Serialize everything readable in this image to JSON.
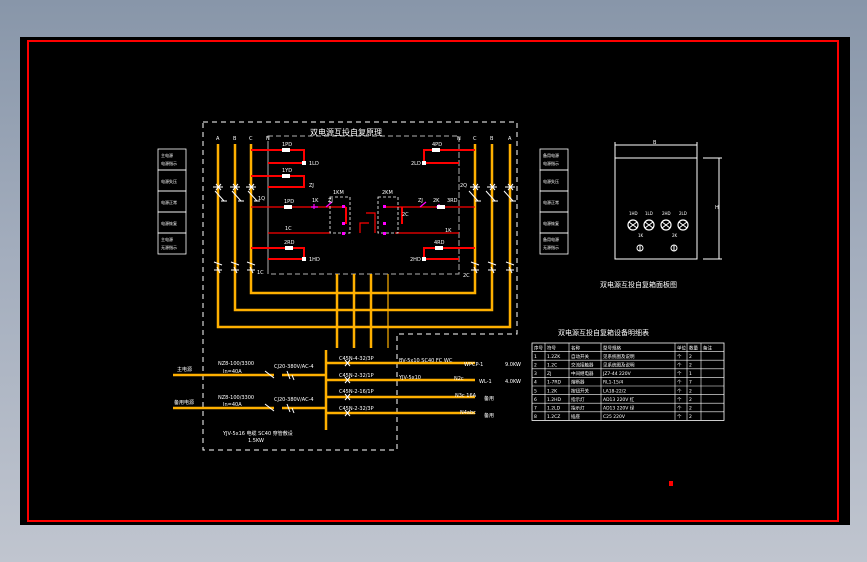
{
  "app": {
    "canvas_background": "#000000",
    "frame_color": "#ff0000"
  },
  "colors": {
    "bus": "#ffb000",
    "control": "#ff0000",
    "contact": "#ff00ff",
    "neutral": "#b0b0b0",
    "text": "#ffffff"
  },
  "schematic": {
    "title": "双电源互投自复原理",
    "left_phases": [
      "A",
      "B",
      "C",
      "N"
    ],
    "right_phases": [
      "N",
      "C",
      "B",
      "A"
    ],
    "left_labels": {
      "switch": "1Q",
      "lamp_top": "1PD",
      "lamp_mid": "1YD",
      "indicator_top": "1LD",
      "relay": "ZJ",
      "lamp_ctrl": "1PD",
      "km": "1K",
      "zj_contact": "ZJ",
      "coil": "1KM",
      "contactor": "1C",
      "lamp_bot": "2RD",
      "indicator_bot": "1HD",
      "aux": "1C",
      "breaker_label": "1C",
      "sw": "2K"
    },
    "right_labels": {
      "lamp_top": "4PD",
      "indicator_top": "2LD",
      "switch": "2Q",
      "relay": "ZJ",
      "km": "2K",
      "lamp_ctrl": "3RD",
      "coil": "2KM",
      "contactor": "2C",
      "sw": "1K",
      "lamp_bot": "4RD",
      "indicator_bot": "2HD",
      "aux": "1C",
      "breaker_label": "2C"
    },
    "left_panel": [
      [
        "主电源",
        "电源指示"
      ],
      [
        "电源失压"
      ],
      [
        "电源正常"
      ],
      [
        "电源恢复"
      ],
      [
        "主电源",
        "无源指示"
      ]
    ],
    "right_panel": [
      [
        "备用电源",
        "电源指示"
      ],
      [
        "电源失压"
      ],
      [
        "电源正常"
      ],
      [
        "电源恢复"
      ],
      [
        "备用电源",
        "无源指示"
      ]
    ]
  },
  "one_line": {
    "inputs": [
      {
        "label": "主电源",
        "breaker": "NZ8-100/3300",
        "rating": "In=40A",
        "contactor": "CJ20-380V/AC-4"
      },
      {
        "label": "备用电源",
        "breaker": "NZ8-100/3300",
        "rating": "In=40A",
        "contactor": "CJ20-380V/AC-4"
      }
    ],
    "cable_note_1": "YJV-5x16 电缆 SC40 穿管敷设",
    "cable_note_2": "1.5KW",
    "outputs": [
      {
        "breaker": "C45N-4-32/3P",
        "cable": "BV-5x10 SC40 FC WC",
        "code": "WPCP-1",
        "load": "9.0KW"
      },
      {
        "breaker": "C45N-2-32/1P",
        "cable": "YJV-5x10",
        "code": "N2c",
        "extra": "WL-1",
        "load": "4.0KW"
      },
      {
        "breaker": "C45N-2-16/1P",
        "cable": "",
        "code": "N3c  16A",
        "load": "备用"
      },
      {
        "breaker": "C45N-2-32/3P",
        "cable": "",
        "code": "N4abc",
        "load": "备用"
      }
    ]
  },
  "panel_view": {
    "title": "双电源互投自复箱面板图",
    "width_label": "B",
    "height_label": "H",
    "lamps": [
      "1HD",
      "1LD",
      "2HD",
      "2LD"
    ],
    "switches": [
      "1K",
      "2K"
    ]
  },
  "bom": {
    "title": "双电源互投自复箱设备明细表",
    "headers": [
      "序号",
      "符号",
      "名称",
      "型号规格",
      "单位",
      "数量",
      "备注"
    ],
    "rows": [
      [
        "1",
        "1.2ZK",
        "自动开关",
        "见系统图及说明",
        "个",
        "2",
        ""
      ],
      [
        "2",
        "1.2C",
        "交流接触器",
        "见系统图及说明",
        "个",
        "2",
        ""
      ],
      [
        "3",
        "ZJ",
        "中间继电器",
        "JZ7-44 220V",
        "个",
        "1",
        ""
      ],
      [
        "4",
        "1-7RD",
        "熔断器",
        "RL1-15/4",
        "个",
        "7",
        ""
      ],
      [
        "5",
        "1.2K",
        "按钮开关",
        "LA18-22/2",
        "个",
        "2",
        ""
      ],
      [
        "6",
        "1.2HD",
        "指示灯",
        "AD13 220V 红",
        "个",
        "2",
        ""
      ],
      [
        "7",
        "1.2LD",
        "指示灯",
        "AD13 220V 绿",
        "个",
        "2",
        ""
      ],
      [
        "8",
        "1.2CZ",
        "插座",
        "C25 220V",
        "个",
        "2",
        ""
      ]
    ]
  }
}
